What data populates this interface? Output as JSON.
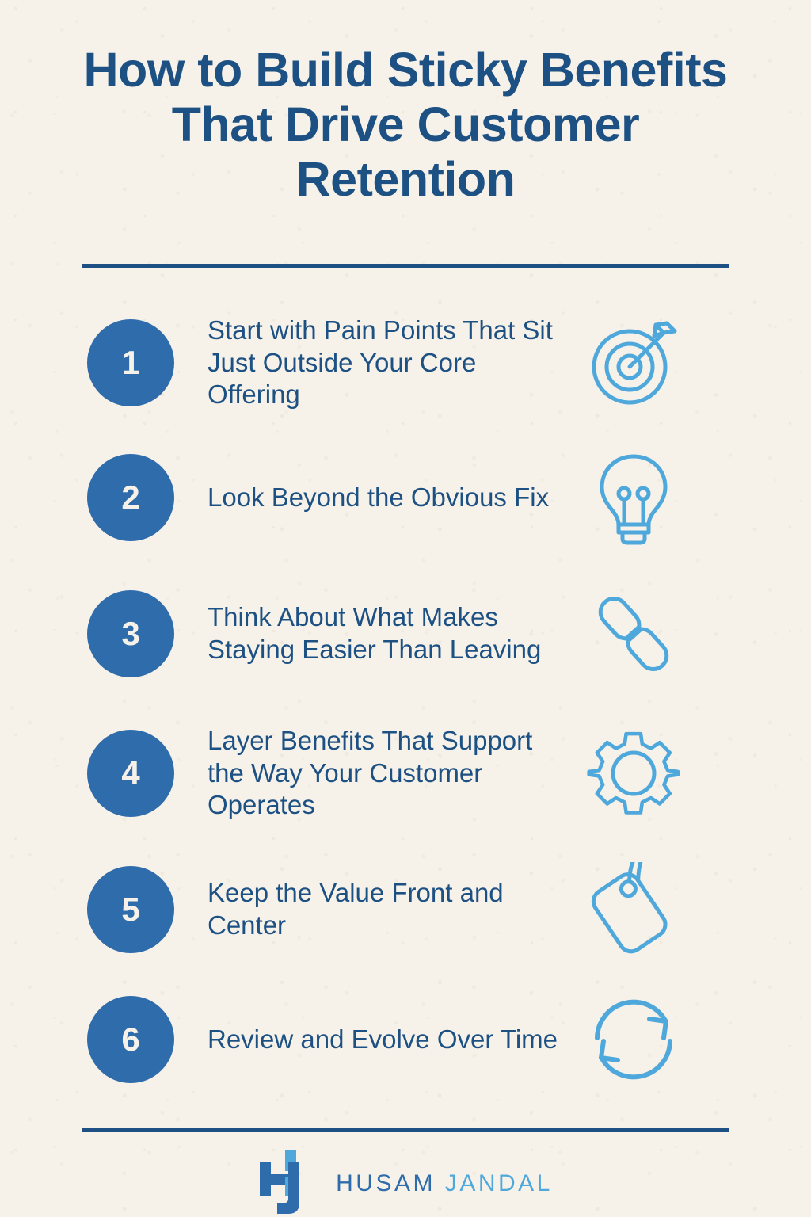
{
  "theme": {
    "background": "#f7f2e9",
    "dark_blue": "#1d5184",
    "badge_blue": "#2f6cab",
    "icon_blue": "#4fa8dc"
  },
  "header": {
    "title": "How to Build Sticky Benefits That Drive Customer Retention"
  },
  "list": {
    "items": [
      {
        "number": "1",
        "label": "Start with Pain Points That Sit Just Outside Your Core Offering",
        "icon": "target-icon"
      },
      {
        "number": "2",
        "label": "Look Beyond the Obvious Fix",
        "icon": "lightbulb-icon"
      },
      {
        "number": "3",
        "label": "Think About What Makes Staying Easier Than Leaving",
        "icon": "chain-link-icon"
      },
      {
        "number": "4",
        "label": "Layer Benefits That Support the Way Your Customer Operates",
        "icon": "gear-icon"
      },
      {
        "number": "5",
        "label": "Keep the Value Front and Center",
        "icon": "price-tag-icon"
      },
      {
        "number": "6",
        "label": "Review and Evolve Over Time",
        "icon": "refresh-cycle-icon"
      }
    ]
  },
  "footer": {
    "logo": "hj-monogram-icon",
    "brand_first": "HUSAM",
    "brand_last": "JANDAL"
  }
}
